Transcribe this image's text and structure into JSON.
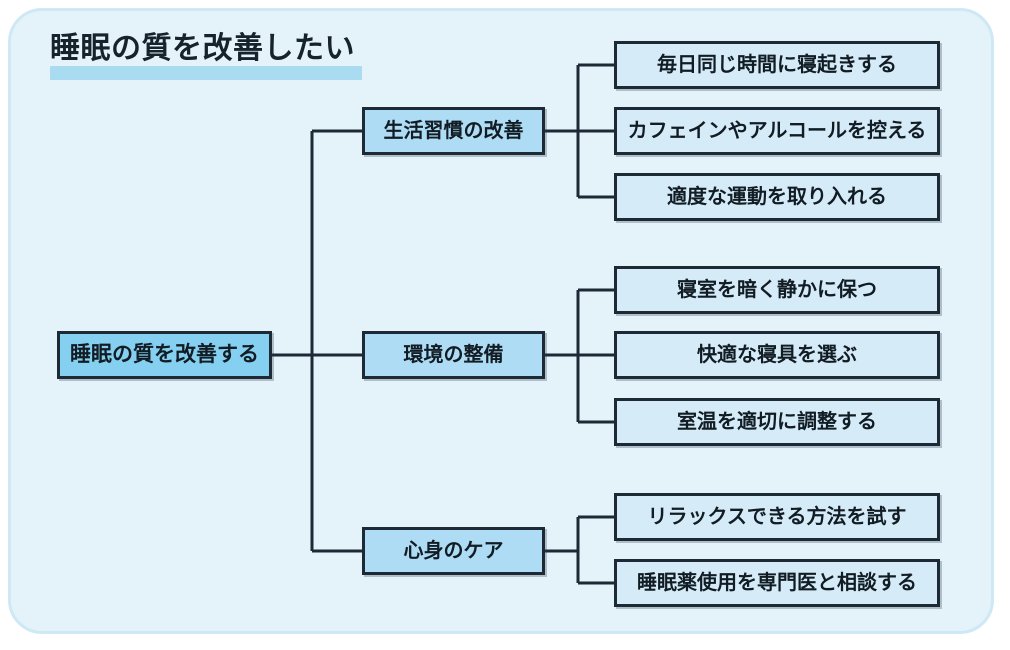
{
  "page": {
    "title": "睡眠の質を改善したい",
    "board_background": "#e4f2fa",
    "board_border": "#cfe8f5",
    "title_highlight_color": "#a9dcf1",
    "node_border_color": "#1d2a35"
  },
  "diagram": {
    "type": "logic-tree",
    "root": {
      "label": "睡眠の質を改善する",
      "fill": "#85d0f0"
    },
    "branches": [
      {
        "label": "生活習慣の改善",
        "fill": "#aedcf4",
        "leaves": [
          {
            "label": "毎日同じ時間に寝起きする",
            "fill": "#d5ecf8"
          },
          {
            "label": "カフェインやアルコールを控える",
            "fill": "#d5ecf8"
          },
          {
            "label": "適度な運動を取り入れる",
            "fill": "#d5ecf8"
          }
        ]
      },
      {
        "label": "環境の整備",
        "fill": "#aedcf4",
        "leaves": [
          {
            "label": "寝室を暗く静かに保つ",
            "fill": "#d5ecf8"
          },
          {
            "label": "快適な寝具を選ぶ",
            "fill": "#d5ecf8"
          },
          {
            "label": "室温を適切に調整する",
            "fill": "#d5ecf8"
          }
        ]
      },
      {
        "label": "心身のケア",
        "fill": "#aedcf4",
        "leaves": [
          {
            "label": "リラックスできる方法を試す",
            "fill": "#d5ecf8"
          },
          {
            "label": "睡眠薬使用を専門医と相談する",
            "fill": "#d5ecf8"
          }
        ]
      }
    ]
  }
}
